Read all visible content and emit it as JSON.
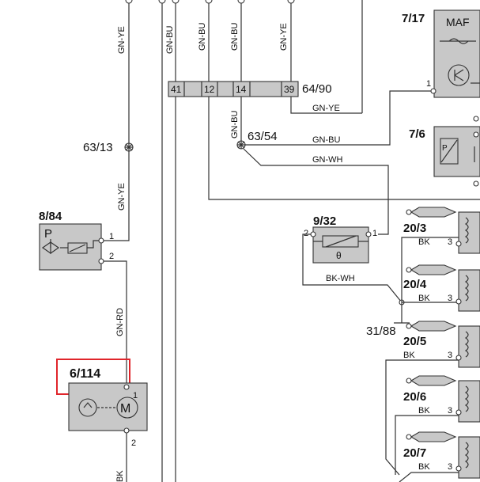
{
  "components": {
    "maf": {
      "id": "7/17",
      "name": "MAF",
      "pin1": "1"
    },
    "c7_6": {
      "id": "7/6",
      "symbol": "P"
    },
    "c8_84": {
      "id": "8/84",
      "symbol": "P",
      "pin1": "1",
      "pin2": "2"
    },
    "c6_114": {
      "id": "6/114",
      "pin1": "1",
      "pin2": "2"
    },
    "c9_32": {
      "id": "9/32",
      "pin1": "1",
      "pin2": "2",
      "symbol": "θ"
    },
    "connector": {
      "id": "64/90",
      "pins": [
        "41",
        "12",
        "14",
        "39"
      ]
    },
    "splice_63_13": {
      "id": "63/13"
    },
    "splice_63_54": {
      "id": "63/54"
    },
    "ground_31_88": {
      "id": "31/88"
    },
    "injectors": [
      {
        "id": "20/3",
        "wire": "BK",
        "pin": "3"
      },
      {
        "id": "20/4",
        "wire": "BK",
        "pin": "3"
      },
      {
        "id": "20/5",
        "wire": "BK",
        "pin": "3"
      },
      {
        "id": "20/6",
        "wire": "BK",
        "pin": "3"
      },
      {
        "id": "20/7",
        "wire": "BK",
        "pin": "3"
      }
    ]
  },
  "wire_labels": {
    "gn_ye_top": "GN-YE",
    "gn_bu_1": "GN-BU",
    "gn_bu_2": "GN-BU",
    "gn_bu_3": "GN-BU",
    "gn_ye_2": "GN-YE",
    "gn_ye_h": "GN-YE",
    "gn_bu_v": "GN-BU",
    "gn_bu_h": "GN-BU",
    "gn_wh_h": "GN-WH",
    "gn_ye_mid": "GN-YE",
    "gn_rd": "GN-RD",
    "bk_wh": "BK-WH",
    "bk_bottom": "BK"
  },
  "highlight_color": "#e0252b"
}
